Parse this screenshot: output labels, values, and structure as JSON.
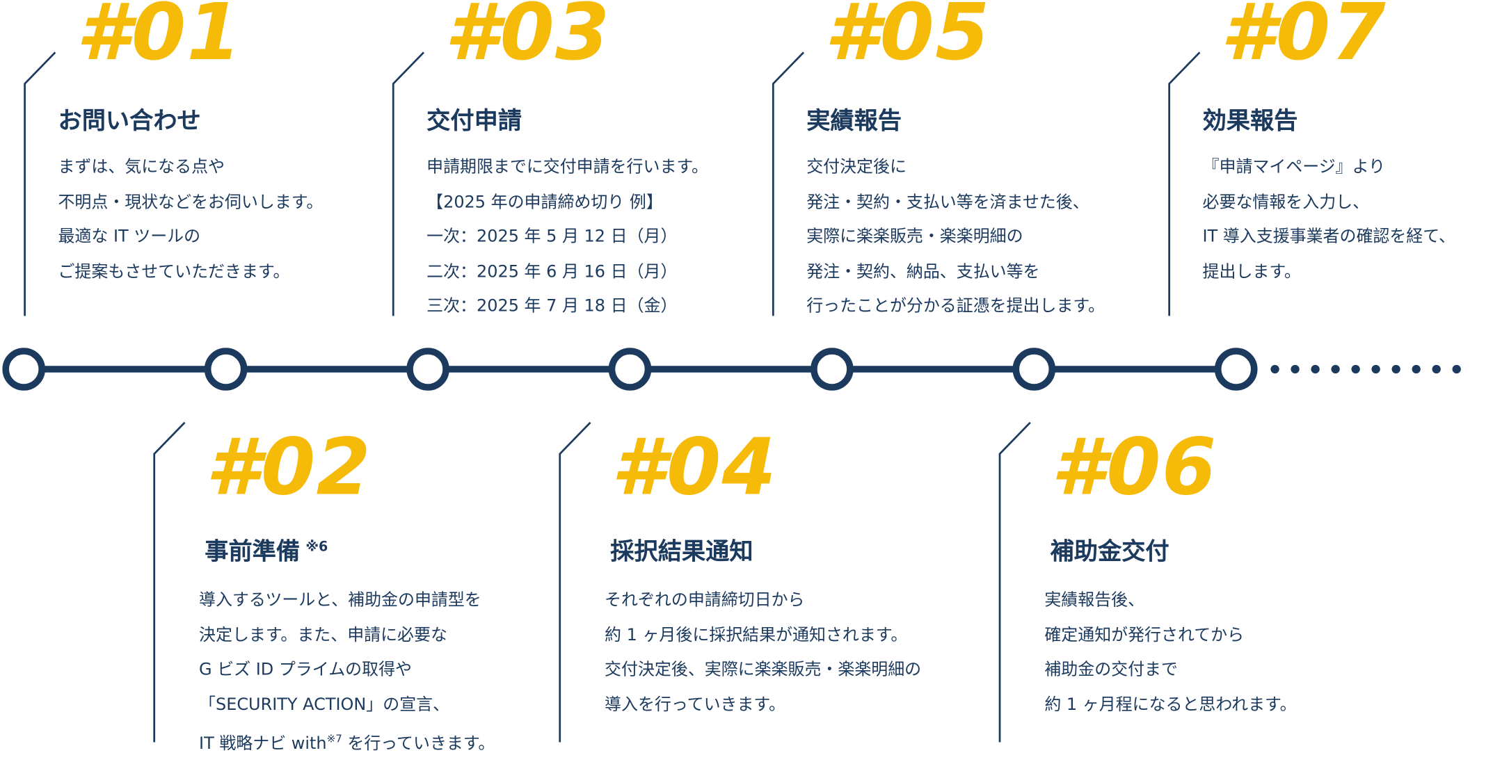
{
  "colors": {
    "navy": "#1c3a5e",
    "accent": "#f6bb09",
    "background": "#ffffff"
  },
  "steps": [
    {
      "number": "#01",
      "title": "お問い合わせ",
      "note": "",
      "lines": [
        "まずは、気になる点や",
        "不明点・現状などをお伺いします。",
        "最適な IT ツールの",
        "ご提案もさせていただきます。"
      ]
    },
    {
      "number": "#02",
      "title": "事前準備",
      "note": "※6",
      "lines": [
        "導入するツールと、補助金の申請型を",
        "決定します。また、申請に必要な",
        "G ビズ ID プライムの取得や",
        "「SECURITY ACTION」の宣言、"
      ],
      "last_line": {
        "before": "IT 戦略ナビ with",
        "note": "※7",
        "after": " を行っていきます。"
      }
    },
    {
      "number": "#03",
      "title": "交付申請",
      "note": "",
      "lines": [
        "申請期限までに交付申請を行います。",
        "【2025 年の申請締め切り 例】",
        "一次：2025 年 5 月 12 日（月）",
        "二次：2025 年 6 月 16 日（月）",
        "三次：2025 年 7 月 18 日（金）"
      ]
    },
    {
      "number": "#04",
      "title": "採択結果通知",
      "note": "",
      "lines": [
        "それぞれの申請締切日から",
        "約 1 ヶ月後に採択結果が通知されます。",
        "交付決定後、実際に楽楽販売・楽楽明細の",
        "導入を行っていきます。"
      ]
    },
    {
      "number": "#05",
      "title": "実績報告",
      "note": "",
      "lines": [
        "交付決定後に",
        "発注・契約・支払い等を済ませた後、",
        "実際に楽楽販売・楽楽明細の",
        "発注・契約、納品、支払い等を",
        "行ったことが分かる証憑を提出します。"
      ]
    },
    {
      "number": "#06",
      "title": "補助金交付",
      "note": "",
      "lines": [
        "実績報告後、",
        "確定通知が発行されてから",
        "補助金の交付まで",
        "約 1 ヶ月程になると思われます。"
      ]
    },
    {
      "number": "#07",
      "title": "効果報告",
      "note": "",
      "lines": [
        "『申請マイページ』より",
        "必要な情報を入力し、",
        "IT 導入支援事業者の確認を経て、",
        "提出します。"
      ]
    }
  ],
  "timeline": {
    "nodes": 7,
    "trailing_dots": 10
  }
}
